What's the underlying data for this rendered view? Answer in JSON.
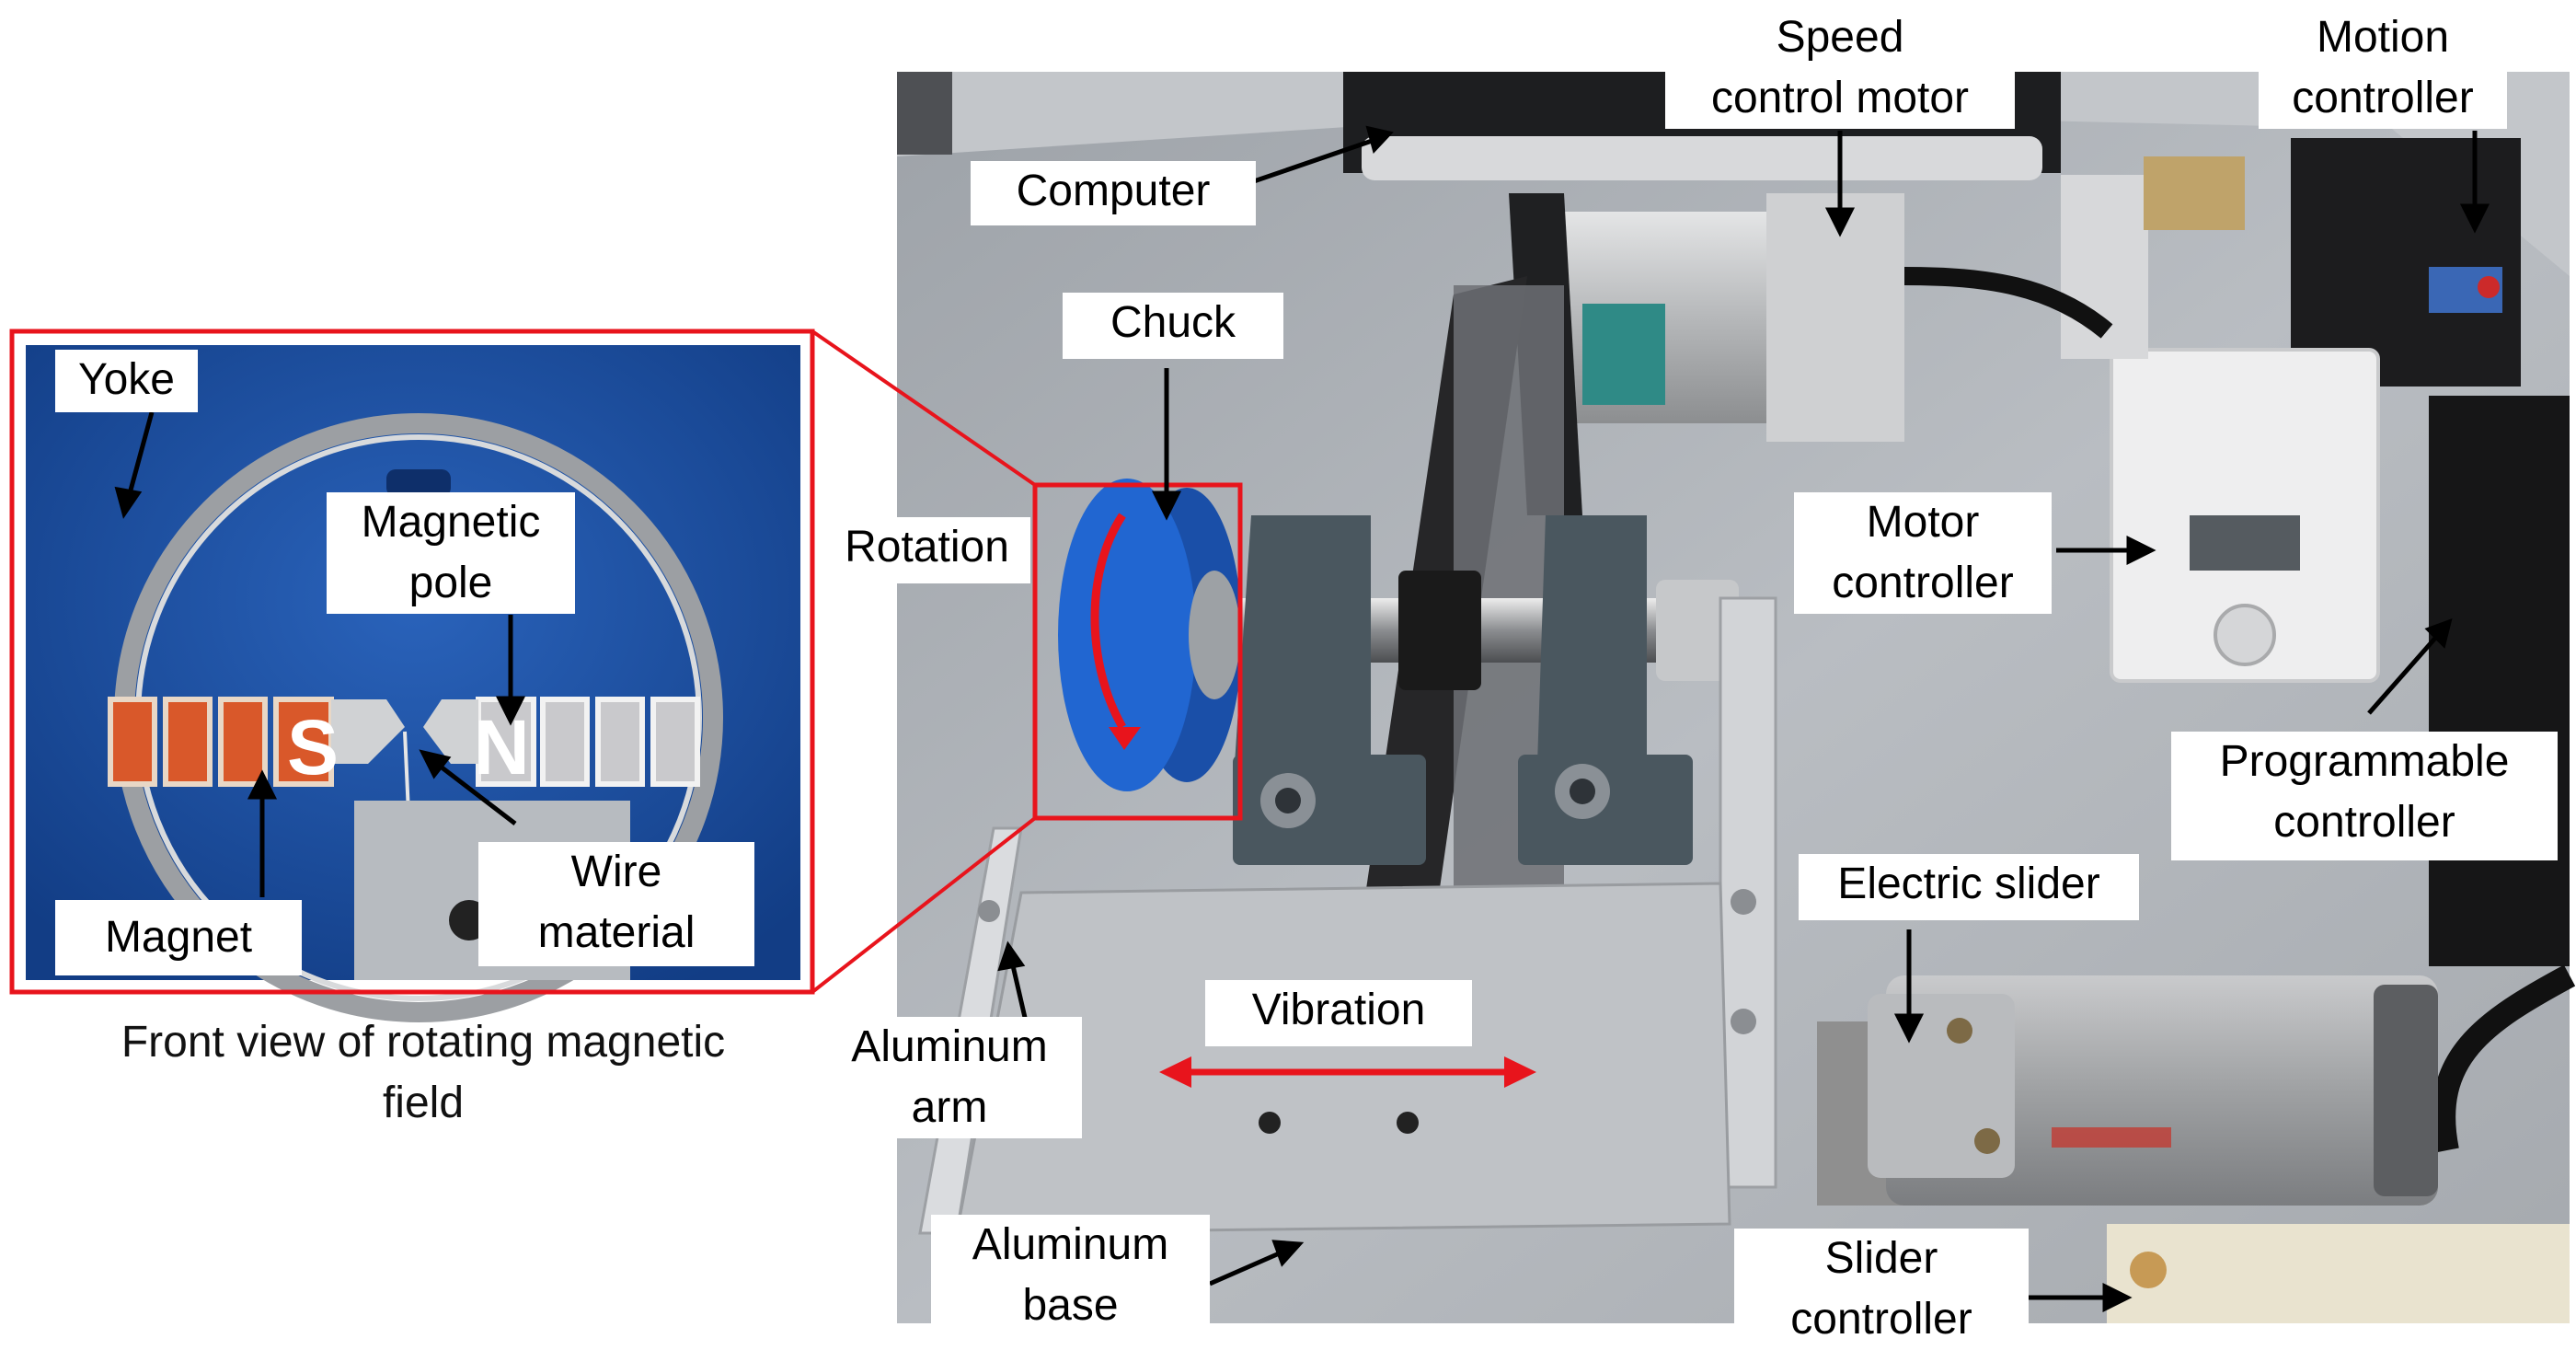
{
  "labels": {
    "speed_motor": "Speed\ncontrol motor",
    "motion_controller": "Motion\ncontroller",
    "computer": "Computer",
    "chuck": "Chuck",
    "rotation": "Rotation",
    "motor_controller": "Motor\ncontroller",
    "programmable_controller": "Programmable\ncontroller",
    "electric_slider": "Electric slider",
    "vibration": "Vibration",
    "aluminum_arm": "Aluminum\narm",
    "aluminum_base": "Aluminum\nbase",
    "slider_controller": "Slider\ncontroller",
    "yoke": "Yoke",
    "magnetic_pole": "Magnetic\npole",
    "wire_material": "Wire\nmaterial",
    "magnet": "Magnet"
  },
  "poles": {
    "south": "S",
    "north": "N"
  },
  "caption": "Front view of rotating magnetic\nfield",
  "colors": {
    "highlight_red": "#e8141c",
    "inset_blue": "#1a4fa3",
    "chuck_blue": "#1d5fc8",
    "magnet_orange": "#d9582a",
    "plate_gray": "#b8bcc2",
    "arrow_black": "#000000"
  }
}
